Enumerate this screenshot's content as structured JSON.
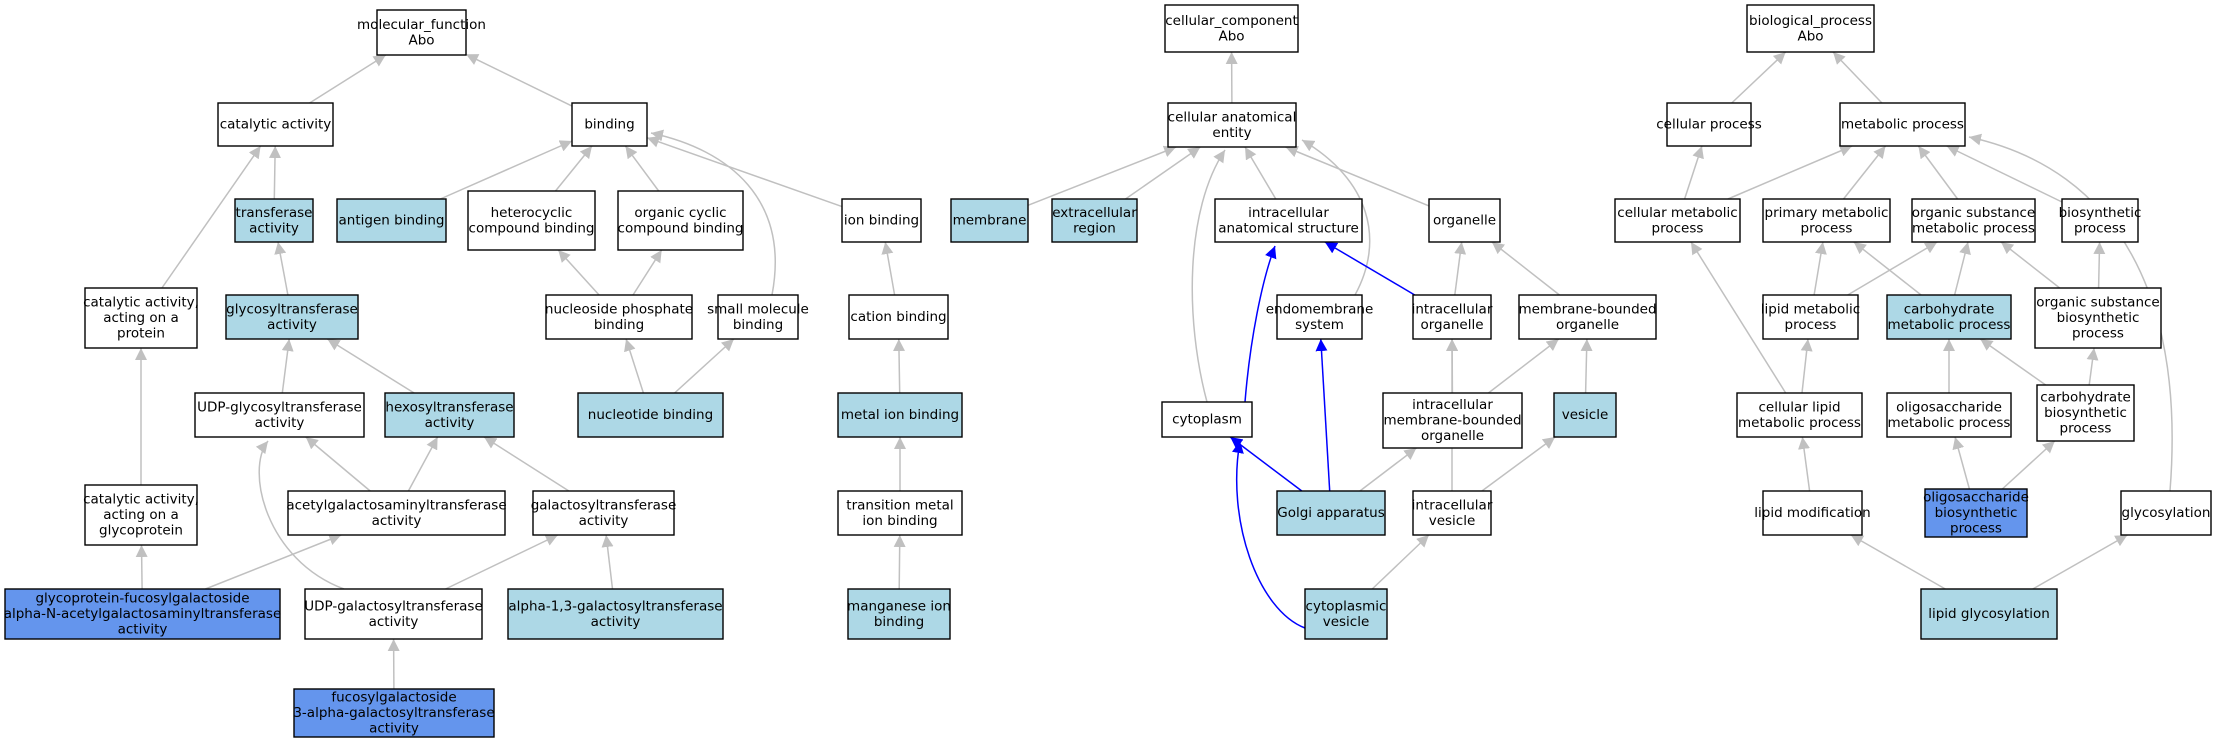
{
  "colors": {
    "plain": "#ffffff",
    "light": "#add8e6",
    "dark": "#6495ed",
    "edge_gray": "#c0c0c0",
    "edge_blue": "#0000ff"
  },
  "nodes": [
    {
      "id": "mf",
      "lines": [
        "molecular_function",
        "Abo"
      ],
      "fill": "plain"
    },
    {
      "id": "cat",
      "lines": [
        "catalytic activity"
      ],
      "fill": "plain"
    },
    {
      "id": "bind",
      "lines": [
        "binding"
      ],
      "fill": "plain"
    },
    {
      "id": "trans",
      "lines": [
        "transferase",
        "activity"
      ],
      "fill": "light"
    },
    {
      "id": "antigen",
      "lines": [
        "antigen binding"
      ],
      "fill": "light"
    },
    {
      "id": "hetero",
      "lines": [
        "heterocyclic",
        "compound binding"
      ],
      "fill": "plain"
    },
    {
      "id": "orgcyc",
      "lines": [
        "organic cyclic",
        "compound binding"
      ],
      "fill": "plain"
    },
    {
      "id": "ion",
      "lines": [
        "ion binding"
      ],
      "fill": "plain"
    },
    {
      "id": "catprot",
      "lines": [
        "catalytic activity,",
        "acting on a",
        "protein"
      ],
      "fill": "plain"
    },
    {
      "id": "glyco",
      "lines": [
        "glycosyltransferase",
        "activity"
      ],
      "fill": "light"
    },
    {
      "id": "nucphos",
      "lines": [
        "nucleoside phosphate",
        "binding"
      ],
      "fill": "plain"
    },
    {
      "id": "smallmol",
      "lines": [
        "small molecule",
        "binding"
      ],
      "fill": "plain"
    },
    {
      "id": "cation",
      "lines": [
        "cation binding"
      ],
      "fill": "plain"
    },
    {
      "id": "udpglyco",
      "lines": [
        "UDP-glycosyltransferase",
        "activity"
      ],
      "fill": "plain"
    },
    {
      "id": "hexo",
      "lines": [
        "hexosyltransferase",
        "activity"
      ],
      "fill": "light"
    },
    {
      "id": "nuc",
      "lines": [
        "nucleotide binding"
      ],
      "fill": "light"
    },
    {
      "id": "metal",
      "lines": [
        "metal ion binding"
      ],
      "fill": "light"
    },
    {
      "id": "catglyprot",
      "lines": [
        "catalytic activity,",
        "acting on a",
        "glycoprotein"
      ],
      "fill": "plain"
    },
    {
      "id": "acetyl",
      "lines": [
        "acetylgalactosaminyltransferase",
        "activity"
      ],
      "fill": "plain"
    },
    {
      "id": "galacto",
      "lines": [
        "galactosyltransferase",
        "activity"
      ],
      "fill": "plain"
    },
    {
      "id": "transmetal",
      "lines": [
        "transition metal",
        "ion binding"
      ],
      "fill": "plain"
    },
    {
      "id": "glycofuco",
      "lines": [
        "glycoprotein-fucosylgalactoside",
        "alpha-N-acetylgalactosaminyltransferase",
        "activity"
      ],
      "fill": "dark"
    },
    {
      "id": "udpgal",
      "lines": [
        "UDP-galactosyltransferase",
        "activity"
      ],
      "fill": "plain"
    },
    {
      "id": "alpha13",
      "lines": [
        "alpha-1,3-galactosyltransferase",
        "activity"
      ],
      "fill": "light"
    },
    {
      "id": "mang",
      "lines": [
        "manganese ion",
        "binding"
      ],
      "fill": "light"
    },
    {
      "id": "fuco3",
      "lines": [
        "fucosylgalactoside",
        "3-alpha-galactosyltransferase",
        "activity"
      ],
      "fill": "dark"
    },
    {
      "id": "cc",
      "lines": [
        "cellular_component",
        "Abo"
      ],
      "fill": "plain"
    },
    {
      "id": "cae",
      "lines": [
        "cellular anatomical",
        "entity"
      ],
      "fill": "plain"
    },
    {
      "id": "membrane",
      "lines": [
        "membrane"
      ],
      "fill": "light"
    },
    {
      "id": "extracell",
      "lines": [
        "extracellular",
        "region"
      ],
      "fill": "light"
    },
    {
      "id": "intracell",
      "lines": [
        "intracellular",
        "anatomical structure"
      ],
      "fill": "plain"
    },
    {
      "id": "organelle",
      "lines": [
        "organelle"
      ],
      "fill": "plain"
    },
    {
      "id": "endomem",
      "lines": [
        "endomembrane",
        "system"
      ],
      "fill": "plain"
    },
    {
      "id": "intraorg",
      "lines": [
        "intracellular",
        "organelle"
      ],
      "fill": "plain"
    },
    {
      "id": "membound",
      "lines": [
        "membrane-bounded",
        "organelle"
      ],
      "fill": "plain"
    },
    {
      "id": "cytoplasm",
      "lines": [
        "cytoplasm"
      ],
      "fill": "plain"
    },
    {
      "id": "intramem",
      "lines": [
        "intracellular",
        "membrane-bounded",
        "organelle"
      ],
      "fill": "plain"
    },
    {
      "id": "vesicle",
      "lines": [
        "vesicle"
      ],
      "fill": "light"
    },
    {
      "id": "golgi",
      "lines": [
        "Golgi apparatus"
      ],
      "fill": "light"
    },
    {
      "id": "intraves",
      "lines": [
        "intracellular",
        "vesicle"
      ],
      "fill": "plain"
    },
    {
      "id": "cytoves",
      "lines": [
        "cytoplasmic",
        "vesicle"
      ],
      "fill": "light"
    },
    {
      "id": "bp",
      "lines": [
        "biological_process",
        "Abo"
      ],
      "fill": "plain"
    },
    {
      "id": "cellproc",
      "lines": [
        "cellular process"
      ],
      "fill": "plain"
    },
    {
      "id": "metab",
      "lines": [
        "metabolic process"
      ],
      "fill": "plain"
    },
    {
      "id": "cellmetab",
      "lines": [
        "cellular metabolic",
        "process"
      ],
      "fill": "plain"
    },
    {
      "id": "primary",
      "lines": [
        "primary metabolic",
        "process"
      ],
      "fill": "plain"
    },
    {
      "id": "orgsub",
      "lines": [
        "organic substance",
        "metabolic process"
      ],
      "fill": "plain"
    },
    {
      "id": "biosyn",
      "lines": [
        "biosynthetic",
        "process"
      ],
      "fill": "plain"
    },
    {
      "id": "lipidmetab",
      "lines": [
        "lipid metabolic",
        "process"
      ],
      "fill": "plain"
    },
    {
      "id": "carbmetab",
      "lines": [
        "carbohydrate",
        "metabolic process"
      ],
      "fill": "light"
    },
    {
      "id": "orgsubbio",
      "lines": [
        "organic substance",
        "biosynthetic",
        "process"
      ],
      "fill": "plain"
    },
    {
      "id": "celllipid",
      "lines": [
        "cellular lipid",
        "metabolic process"
      ],
      "fill": "plain"
    },
    {
      "id": "oligometab",
      "lines": [
        "oligosaccharide",
        "metabolic process"
      ],
      "fill": "plain"
    },
    {
      "id": "carbbio",
      "lines": [
        "carbohydrate",
        "biosynthetic",
        "process"
      ],
      "fill": "plain"
    },
    {
      "id": "lipidmod",
      "lines": [
        "lipid modification"
      ],
      "fill": "plain"
    },
    {
      "id": "oligobio",
      "lines": [
        "oligosaccharide",
        "biosynthetic",
        "process"
      ],
      "fill": "dark"
    },
    {
      "id": "glycosyl",
      "lines": [
        "glycosylation"
      ],
      "fill": "plain"
    },
    {
      "id": "lipidglyco",
      "lines": [
        "lipid glycosylation"
      ],
      "fill": "light"
    }
  ],
  "edges": [
    [
      "cat",
      "mf",
      "gray"
    ],
    [
      "bind",
      "mf",
      "gray"
    ],
    [
      "trans",
      "cat",
      "gray"
    ],
    [
      "catprot",
      "cat",
      "gray"
    ],
    [
      "antigen",
      "bind",
      "gray"
    ],
    [
      "hetero",
      "bind",
      "gray"
    ],
    [
      "orgcyc",
      "bind",
      "gray"
    ],
    [
      "ion",
      "bind",
      "gray"
    ],
    [
      "smallmol",
      "bind",
      "gray"
    ],
    [
      "glyco",
      "trans",
      "gray"
    ],
    [
      "nucphos",
      "hetero",
      "gray"
    ],
    [
      "nucphos",
      "orgcyc",
      "gray"
    ],
    [
      "cation",
      "ion",
      "gray"
    ],
    [
      "udpglyco",
      "glyco",
      "gray"
    ],
    [
      "hexo",
      "glyco",
      "gray"
    ],
    [
      "nuc",
      "nucphos",
      "gray"
    ],
    [
      "nuc",
      "smallmol",
      "gray"
    ],
    [
      "metal",
      "cation",
      "gray"
    ],
    [
      "catglyprot",
      "catprot",
      "gray"
    ],
    [
      "acetyl",
      "udpglyco",
      "gray"
    ],
    [
      "acetyl",
      "hexo",
      "gray"
    ],
    [
      "galacto",
      "hexo",
      "gray"
    ],
    [
      "transmetal",
      "metal",
      "gray"
    ],
    [
      "glycofuco",
      "catglyprot",
      "gray"
    ],
    [
      "glycofuco",
      "acetyl",
      "gray"
    ],
    [
      "udpgal",
      "udpglyco",
      "gray"
    ],
    [
      "udpgal",
      "galacto",
      "gray"
    ],
    [
      "alpha13",
      "galacto",
      "gray"
    ],
    [
      "mang",
      "transmetal",
      "gray"
    ],
    [
      "fuco3",
      "udpgal",
      "gray"
    ],
    [
      "cae",
      "cc",
      "gray"
    ],
    [
      "membrane",
      "cae",
      "gray"
    ],
    [
      "extracell",
      "cae",
      "gray"
    ],
    [
      "intracell",
      "cae",
      "gray"
    ],
    [
      "organelle",
      "cae",
      "gray"
    ],
    [
      "cytoplasm",
      "cae",
      "gray"
    ],
    [
      "endomem",
      "cae",
      "gray"
    ],
    [
      "intraorg",
      "organelle",
      "gray"
    ],
    [
      "membound",
      "organelle",
      "gray"
    ],
    [
      "intramem",
      "intraorg",
      "gray"
    ],
    [
      "intramem",
      "membound",
      "gray"
    ],
    [
      "vesicle",
      "membound",
      "gray"
    ],
    [
      "golgi",
      "intramem",
      "gray"
    ],
    [
      "intraves",
      "intraorg",
      "gray"
    ],
    [
      "intraves",
      "vesicle",
      "gray"
    ],
    [
      "cytoves",
      "intraves",
      "gray"
    ],
    [
      "cytoplasm",
      "intracell",
      "blue"
    ],
    [
      "intraorg",
      "intracell",
      "blue"
    ],
    [
      "golgi",
      "endomem",
      "blue"
    ],
    [
      "golgi",
      "cytoplasm",
      "blue"
    ],
    [
      "cytoves",
      "cytoplasm",
      "blue"
    ],
    [
      "cellproc",
      "bp",
      "gray"
    ],
    [
      "metab",
      "bp",
      "gray"
    ],
    [
      "cellmetab",
      "cellproc",
      "gray"
    ],
    [
      "cellmetab",
      "metab",
      "gray"
    ],
    [
      "primary",
      "metab",
      "gray"
    ],
    [
      "orgsub",
      "metab",
      "gray"
    ],
    [
      "biosyn",
      "metab",
      "gray"
    ],
    [
      "lipidmetab",
      "primary",
      "gray"
    ],
    [
      "lipidmetab",
      "orgsub",
      "gray"
    ],
    [
      "carbmetab",
      "primary",
      "gray"
    ],
    [
      "carbmetab",
      "orgsub",
      "gray"
    ],
    [
      "orgsubbio",
      "orgsub",
      "gray"
    ],
    [
      "orgsubbio",
      "biosyn",
      "gray"
    ],
    [
      "celllipid",
      "cellmetab",
      "gray"
    ],
    [
      "celllipid",
      "lipidmetab",
      "gray"
    ],
    [
      "oligometab",
      "carbmetab",
      "gray"
    ],
    [
      "carbbio",
      "carbmetab",
      "gray"
    ],
    [
      "carbbio",
      "orgsubbio",
      "gray"
    ],
    [
      "lipidmod",
      "celllipid",
      "gray"
    ],
    [
      "oligobio",
      "oligometab",
      "gray"
    ],
    [
      "oligobio",
      "carbbio",
      "gray"
    ],
    [
      "glycosyl",
      "metab",
      "gray"
    ],
    [
      "lipidglyco",
      "lipidmod",
      "gray"
    ],
    [
      "lipidglyco",
      "glycosyl",
      "gray"
    ]
  ]
}
